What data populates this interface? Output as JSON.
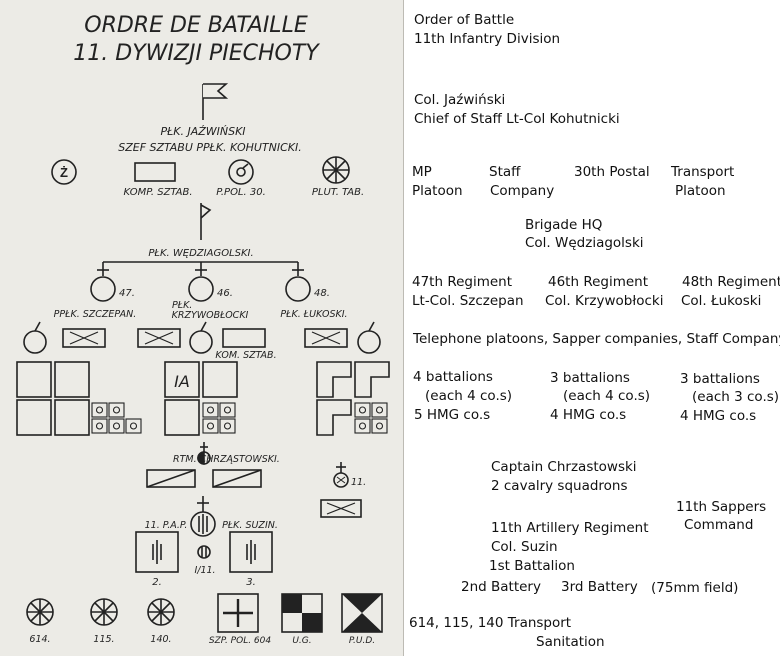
{
  "chart_title_line1": "ORDRE DE BATAILLE",
  "chart_title_line2": "11. DYWIZJI PIECHOTY",
  "labels": {
    "commander": "PŁK. JAŹWIŃSKI",
    "chief_of_staff": "SZEF SZTABU PPŁK. KOHUTNICKI.",
    "mp_symbol": "Ż",
    "staff_company": "KOMP. SZTAB.",
    "postal": "P.POL. 30.",
    "transport": "PLUT. TAB.",
    "brigade_commander": "PŁK. WĘDZIAGOLSKI.",
    "reg_47": "47.",
    "reg_46": "46.",
    "reg_48": "48.",
    "szczepan": "PPŁK. SZCZEPAN.",
    "plk": "PŁK.",
    "krzywoblocki": "KRZYWOBŁOCKI",
    "lukoski": "PŁK. ŁUKOSKI.",
    "kom_sztab": "KOM. SZTAB.",
    "ia": "IA",
    "chrzastowski": "RTM. CHRZĄSTOWSKI.",
    "sappers_11": "11.",
    "artillery": "11. P.A.P.",
    "suzin": "PŁK. SUZIN.",
    "battalion": "I/11.",
    "battery_2": "2.",
    "battery_3": "3.",
    "t614": "614.",
    "t115": "115.",
    "t140": "140.",
    "szp": "SZP. POL. 604",
    "ug": "U.G.",
    "pud": "P.U.D."
  },
  "translation": [
    {
      "text": "Order of Battle"
    },
    {
      "text": "11th Infantry Division"
    },
    {
      "text": "Col. Jaźwiński"
    },
    {
      "text": "Chief of Staff Lt-Col Kohutnicki"
    },
    {
      "text": "MP"
    },
    {
      "text": "Platoon"
    },
    {
      "text": "Staff"
    },
    {
      "text": "Company"
    },
    {
      "text": "30th Postal"
    },
    {
      "text": "Transport"
    },
    {
      "text": "Platoon"
    },
    {
      "text": "Brigade HQ"
    },
    {
      "text": "Col. Wędziagolski"
    },
    {
      "text": "47th Regiment"
    },
    {
      "text": "Lt-Col. Szczepan"
    },
    {
      "text": "46th Regiment"
    },
    {
      "text": "Col. Krzywobłocki"
    },
    {
      "text": "48th Regiment"
    },
    {
      "text": "Col. Łukoski"
    },
    {
      "text": "Telephone platoons, Sapper companies, Staff Company"
    },
    {
      "text": "4 battalions"
    },
    {
      "text": "(each 4 co.s)"
    },
    {
      "text": "5 HMG co.s"
    },
    {
      "text": "3 battalions"
    },
    {
      "text": "(each 4 co.s)"
    },
    {
      "text": "4 HMG co.s"
    },
    {
      "text": "3 battalions"
    },
    {
      "text": "(each 3 co.s)"
    },
    {
      "text": "4 HMG co.s"
    },
    {
      "text": "Captain Chrzastowski"
    },
    {
      "text": "2 cavalry squadrons"
    },
    {
      "text": "11th Sappers"
    },
    {
      "text": "Command"
    },
    {
      "text": "11th Artillery Regiment"
    },
    {
      "text": "Col. Suzin"
    },
    {
      "text": "1st Battalion"
    },
    {
      "text": "2nd Battery"
    },
    {
      "text": "3rd Battery"
    },
    {
      "text": "(75mm field)"
    },
    {
      "text": "614, 115, 140 Transport"
    },
    {
      "text": "Sanitation"
    }
  ]
}
